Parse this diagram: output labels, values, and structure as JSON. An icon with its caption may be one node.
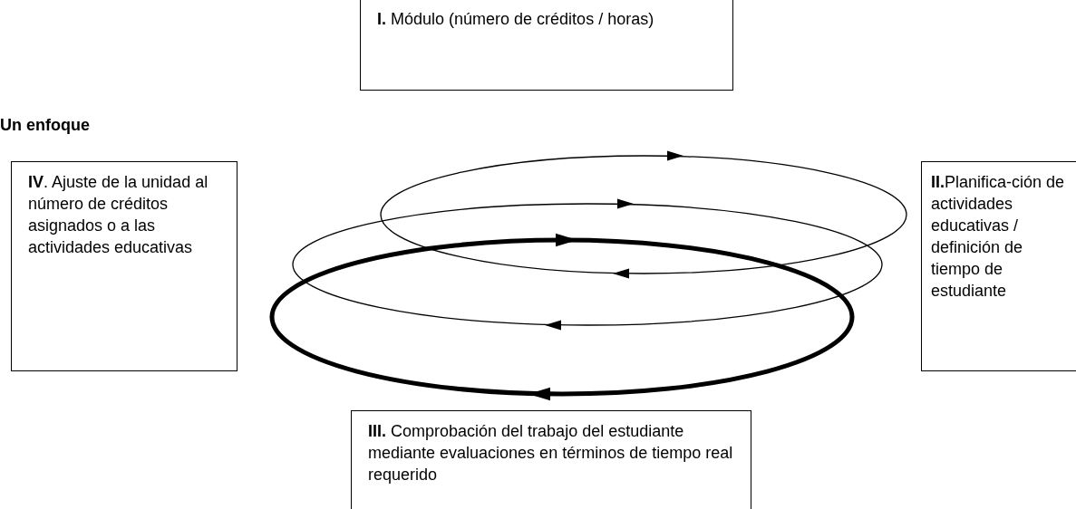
{
  "diagram": {
    "title": "Un enfoque",
    "nodes": [
      {
        "text": [
          "**I.** Módulo (número de créditos / horas)"
        ]
      },
      {
        "text": [
          "**II.**Planifica-ción de actividades educativas / definición de tiempo de estudiante"
        ]
      },
      {
        "text": [
          "**III.** Comprobación del trabajo del estudiante mediante evaluaciones en términos de tiempo real requerido"
        ]
      },
      {
        "text": [
          "**IV**. Ajuste de la unidad al número de créditos asignados o a las actividades educativas"
        ]
      }
    ]
  }
}
